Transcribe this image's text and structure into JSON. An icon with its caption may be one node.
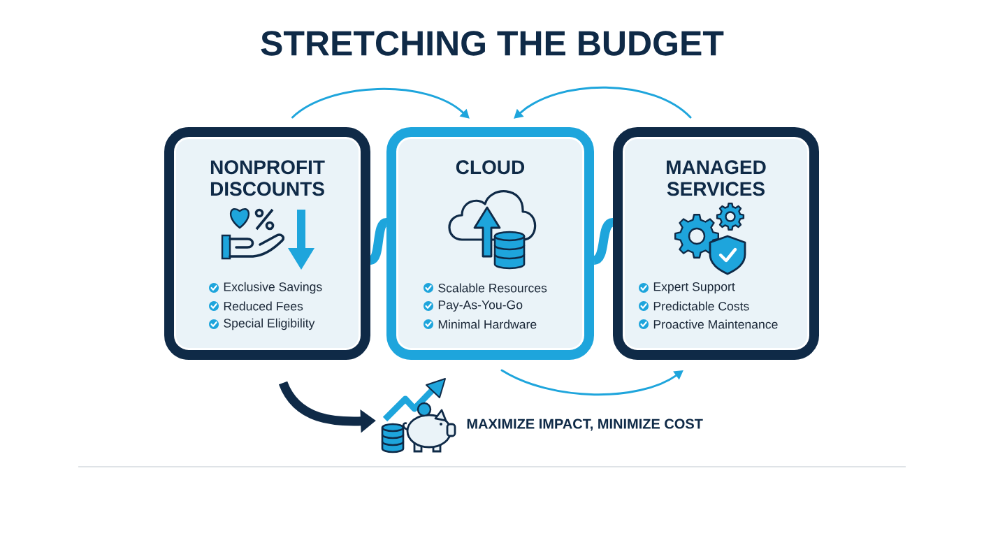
{
  "diagram": {
    "title": "STRETCHING THE BUDGET",
    "nodes": [
      {
        "text": [
          "NONPROFIT DISCOUNTS",
          "Exclusive Savings",
          "Reduced Fees",
          "Special Eligibility"
        ]
      },
      {
        "text": [
          "CLOUD",
          "Scalable Resources",
          "Pay-As-You-Go",
          "Minimal Hardware"
        ]
      },
      {
        "text": [
          "MANAGED SERVICES",
          "Expert Support",
          "Predictable Costs",
          "Proactive Maintenance"
        ]
      },
      {
        "text": [],
        "shape": "picture",
        "beside": [
          "MAXIMIZE IMPACT, MINIMIZE COST"
        ]
      }
    ],
    "edges": [
      {
        "from": 0,
        "to": 1,
        "arrow": "to"
      },
      {
        "from": 2,
        "to": 1,
        "arrow": "to"
      },
      {
        "from": 0,
        "to": 1,
        "arrow": "none",
        "style": "thick"
      },
      {
        "from": 1,
        "to": 2,
        "arrow": "none",
        "style": "thick"
      },
      {
        "from": 1,
        "to": 2,
        "arrow": "to"
      },
      {
        "from": 0,
        "to": 3,
        "arrow": "to",
        "style": "thick",
        "color": "#0f2a47"
      }
    ]
  }
}
